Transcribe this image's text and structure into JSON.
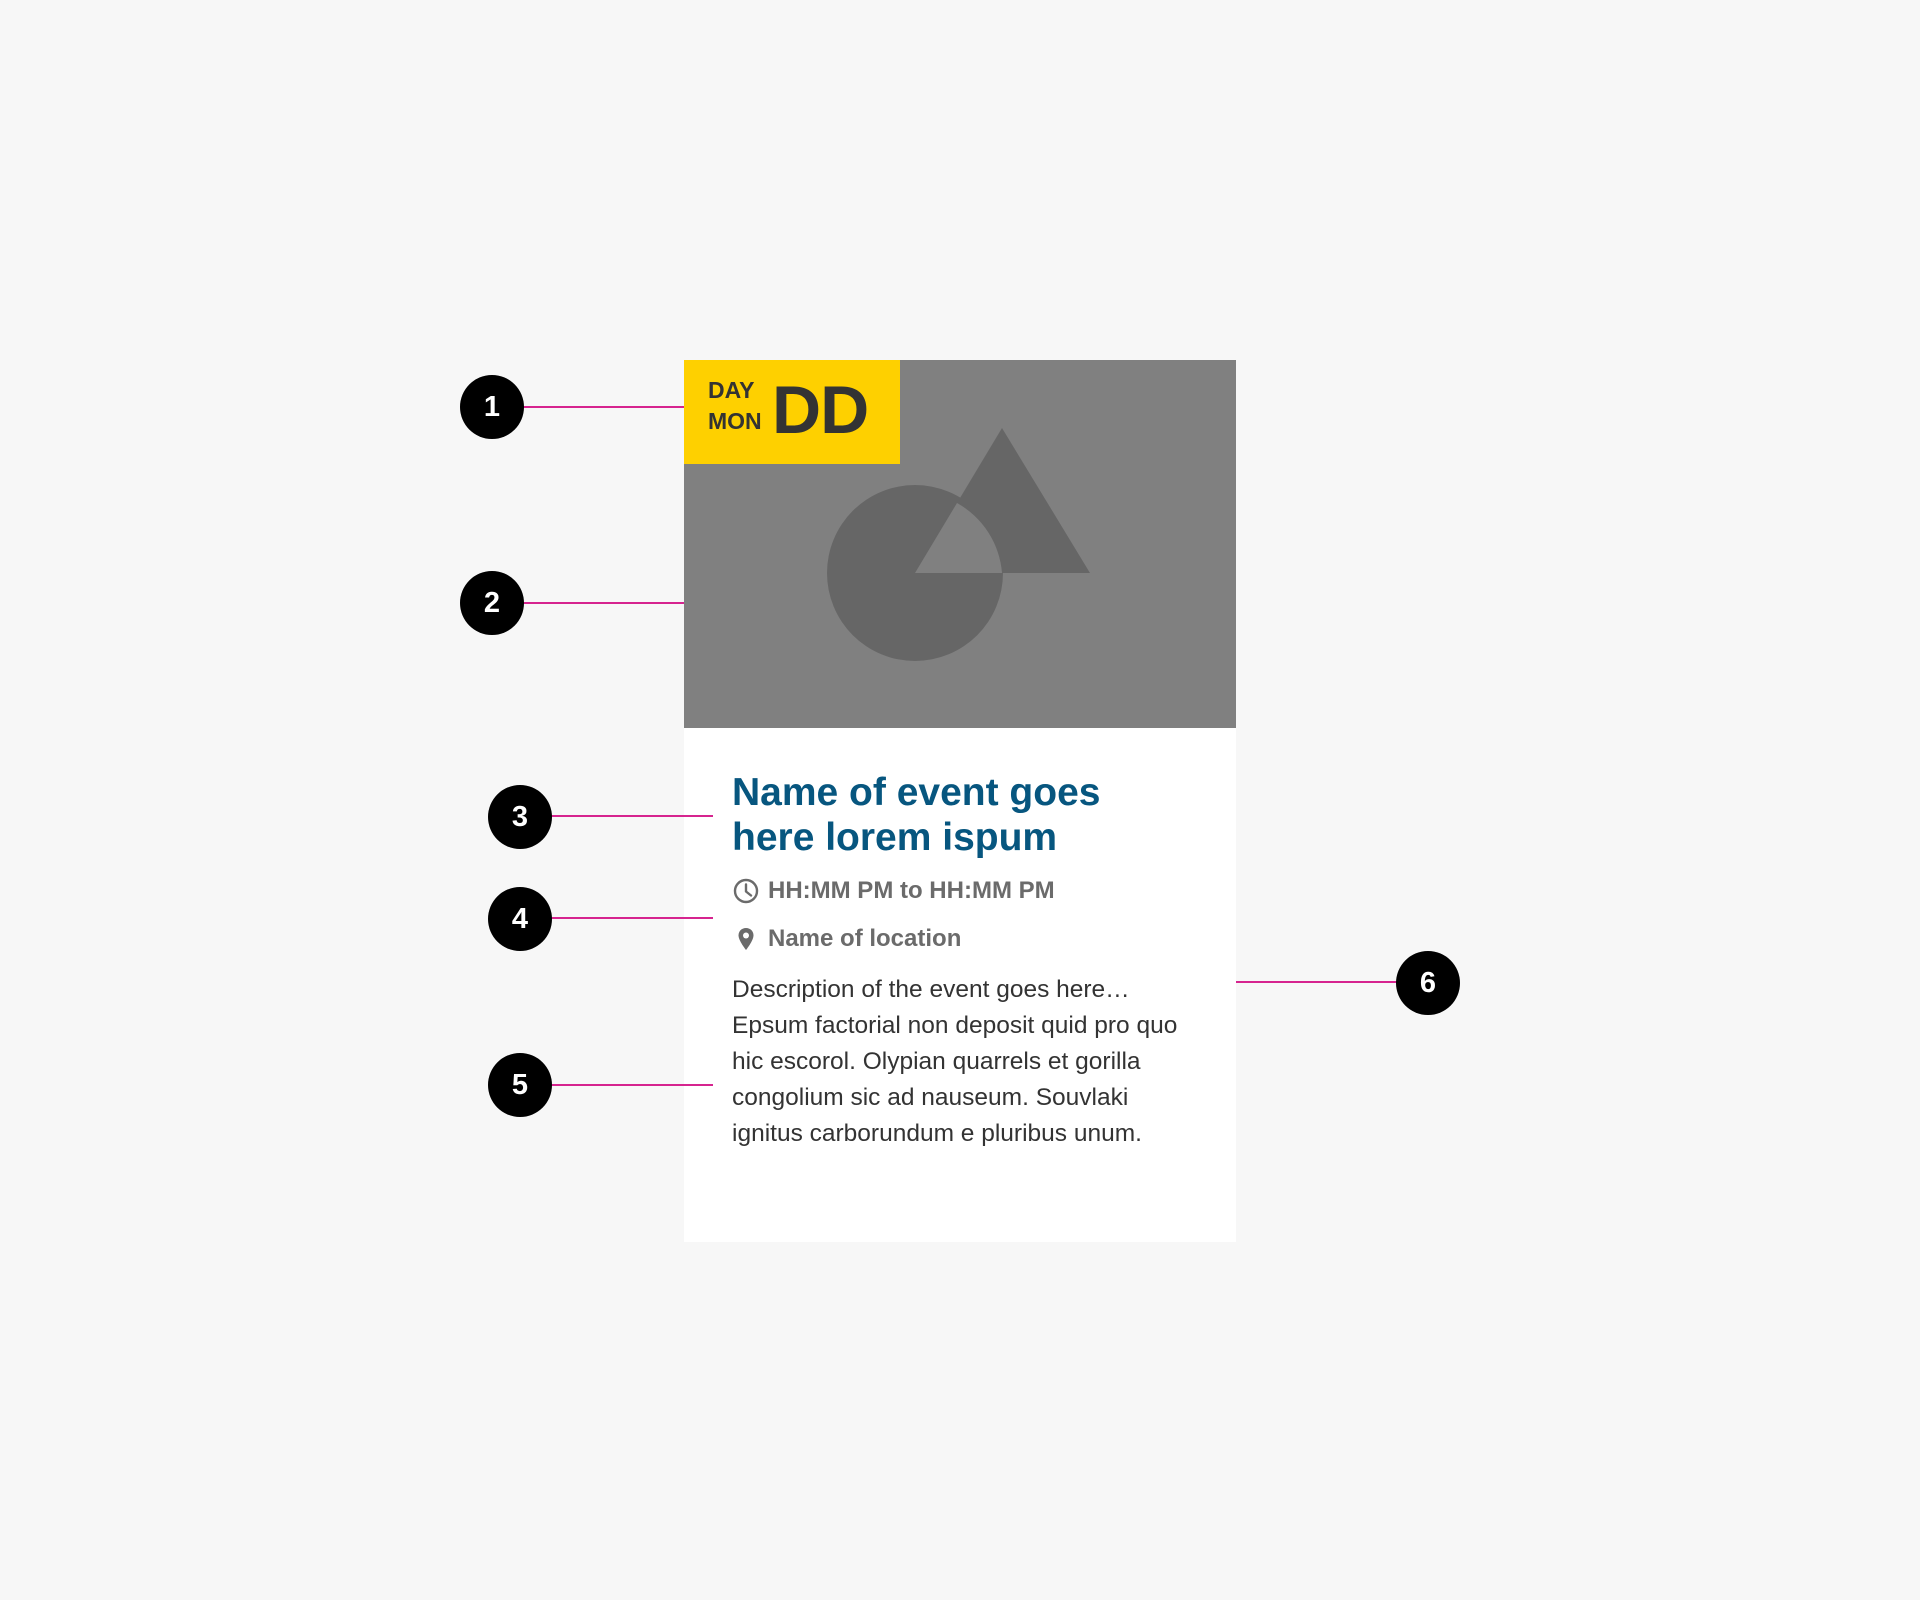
{
  "card": {
    "date_badge": {
      "weekday": "DAY",
      "month": "MON",
      "day": "DD",
      "color": "#FED000"
    },
    "image": {
      "background_color": "#808080",
      "shape_color": "#666666",
      "icon": "image-placeholder-icon"
    },
    "title": "Name of event goes here lorem ispum",
    "title_color": "#07567F",
    "time": {
      "icon": "clock-icon",
      "text": "HH:MM PM to HH:MM PM"
    },
    "location": {
      "icon": "location-pin-icon",
      "text": "Name of location"
    },
    "description": "Description of the event goes here… Epsum factorial non deposit quid pro quo hic escorol. Olypian quarrels et gorilla congolium sic ad nauseum. Souvlaki ignitus carborundum e pluribus unum."
  },
  "callouts": [
    {
      "number": "1"
    },
    {
      "number": "2"
    },
    {
      "number": "3"
    },
    {
      "number": "4"
    },
    {
      "number": "5"
    },
    {
      "number": "6"
    }
  ],
  "callout_line_color": "#D6248F"
}
